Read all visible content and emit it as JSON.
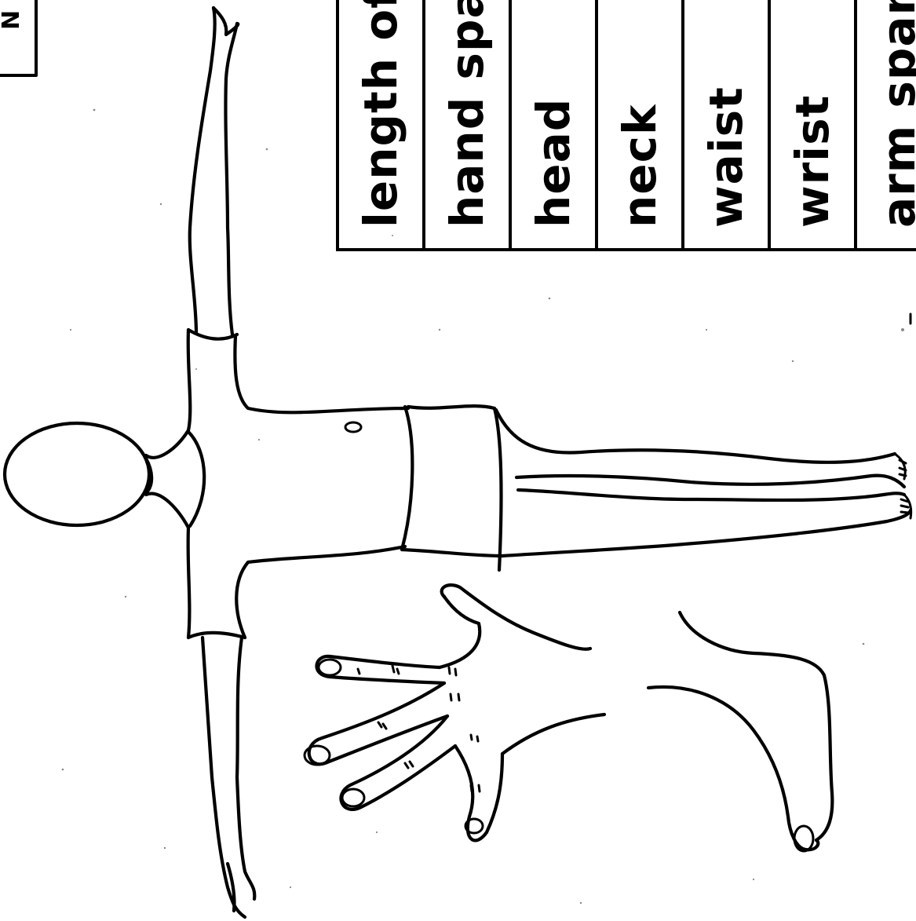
{
  "table": {
    "rows": [
      {
        "label": "length of"
      },
      {
        "label": "hand spa"
      },
      {
        "label": "head"
      },
      {
        "label": "neck"
      },
      {
        "label": "waist"
      },
      {
        "label": "wrist"
      },
      {
        "label": "arm span"
      }
    ]
  },
  "corner": {
    "glyph": "N"
  },
  "figures": {
    "body": "body-outline",
    "hand": "hand-outline",
    "foot": "foot-outline"
  }
}
